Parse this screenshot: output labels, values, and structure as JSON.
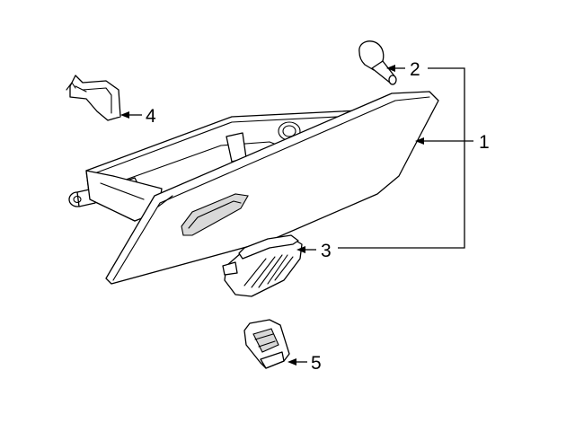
{
  "diagram": {
    "callouts": [
      {
        "id": "1",
        "label": "1",
        "part": "glove-box-assembly"
      },
      {
        "id": "2",
        "label": "2",
        "part": "bulb"
      },
      {
        "id": "3",
        "label": "3",
        "part": "latch"
      },
      {
        "id": "4",
        "label": "4",
        "part": "bracket"
      },
      {
        "id": "5",
        "label": "5",
        "part": "striker"
      }
    ],
    "colors": {
      "line": "#000000",
      "background": "#ffffff",
      "shade": "#d9d9d9"
    }
  }
}
